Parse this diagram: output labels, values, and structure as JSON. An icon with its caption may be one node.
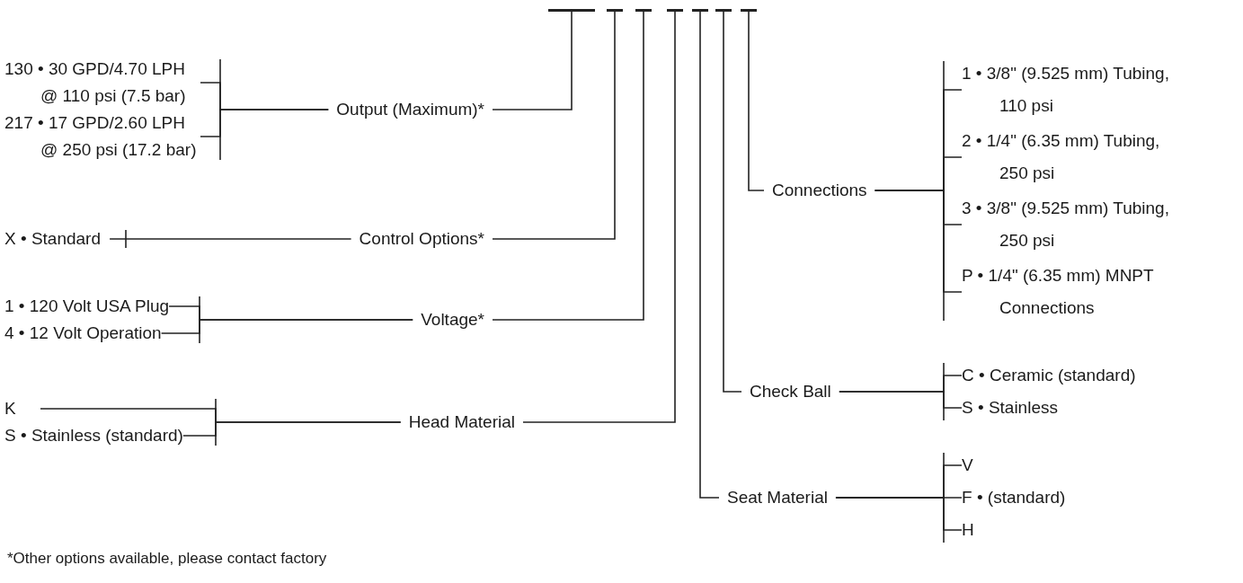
{
  "diagram": {
    "nodes": [
      {
        "text": [],
        "shape": "bar"
      },
      {
        "text": [],
        "shape": "bar"
      },
      {
        "text": [],
        "shape": "bar"
      },
      {
        "text": [],
        "shape": "bar"
      },
      {
        "text": [],
        "shape": "bar"
      },
      {
        "text": [],
        "shape": "bar"
      },
      {
        "text": [],
        "shape": "bar"
      },
      {
        "text": [
          "130 • 30 GPD/4.70 LPH @ 110 psi (7.5 bar)"
        ]
      },
      {
        "text": [
          "217 • 17 GPD/2.60 LPH @ 250 psi (17.2 bar)"
        ]
      },
      {
        "text": [
          "Output (Maximum)*"
        ]
      },
      {
        "text": [
          "X • Standard"
        ]
      },
      {
        "text": [
          "Control Options*"
        ]
      },
      {
        "text": [
          "1 • 120 Volt USA Plug"
        ]
      },
      {
        "text": [
          "4 • 12 Volt Operation"
        ]
      },
      {
        "text": [
          "Voltage*"
        ]
      },
      {
        "text": [
          "K"
        ]
      },
      {
        "text": [
          "S • Stainless (standard)"
        ]
      },
      {
        "text": [
          "Head Material"
        ]
      },
      {
        "text": [
          "Connections"
        ]
      },
      {
        "text": [
          "1 • 3/8\" (9.525 mm) Tubing, 110 psi"
        ]
      },
      {
        "text": [
          "2 • 1/4\" (6.35 mm) Tubing, 250 psi"
        ]
      },
      {
        "text": [
          "3 • 3/8\" (9.525 mm) Tubing, 250 psi"
        ]
      },
      {
        "text": [
          "P • 1/4\" (6.35 mm) MNPT Connections"
        ]
      },
      {
        "text": [
          "Check Ball"
        ]
      },
      {
        "text": [
          "C • Ceramic (standard)"
        ]
      },
      {
        "text": [
          "S • Stainless"
        ]
      },
      {
        "text": [
          "Seat Material"
        ]
      },
      {
        "text": [
          "V"
        ]
      },
      {
        "text": [
          "F • (standard)"
        ]
      },
      {
        "text": [
          "H"
        ]
      }
    ],
    "edges": [
      {
        "from": 7,
        "to": 9,
        "arrow": "none"
      },
      {
        "from": 8,
        "to": 9,
        "arrow": "none"
      },
      {
        "from": 9,
        "to": 0,
        "arrow": "none"
      },
      {
        "from": 10,
        "to": 11,
        "arrow": "none"
      },
      {
        "from": 11,
        "to": 1,
        "arrow": "none"
      },
      {
        "from": 12,
        "to": 14,
        "arrow": "none"
      },
      {
        "from": 13,
        "to": 14,
        "arrow": "none"
      },
      {
        "from": 14,
        "to": 2,
        "arrow": "none"
      },
      {
        "from": 15,
        "to": 17,
        "arrow": "none"
      },
      {
        "from": 16,
        "to": 17,
        "arrow": "none"
      },
      {
        "from": 17,
        "to": 3,
        "arrow": "none"
      },
      {
        "from": 19,
        "to": 18,
        "arrow": "none"
      },
      {
        "from": 20,
        "to": 18,
        "arrow": "none"
      },
      {
        "from": 21,
        "to": 18,
        "arrow": "none"
      },
      {
        "from": 22,
        "to": 18,
        "arrow": "none"
      },
      {
        "from": 18,
        "to": 6,
        "arrow": "none"
      },
      {
        "from": 24,
        "to": 23,
        "arrow": "none"
      },
      {
        "from": 25,
        "to": 23,
        "arrow": "none"
      },
      {
        "from": 23,
        "to": 5,
        "arrow": "none"
      },
      {
        "from": 27,
        "to": 26,
        "arrow": "none"
      },
      {
        "from": 28,
        "to": 26,
        "arrow": "none"
      },
      {
        "from": 29,
        "to": 26,
        "arrow": "none"
      },
      {
        "from": 26,
        "to": 4,
        "arrow": "none"
      }
    ],
    "labels": [
      "*Other options available, please contact factory"
    ]
  }
}
